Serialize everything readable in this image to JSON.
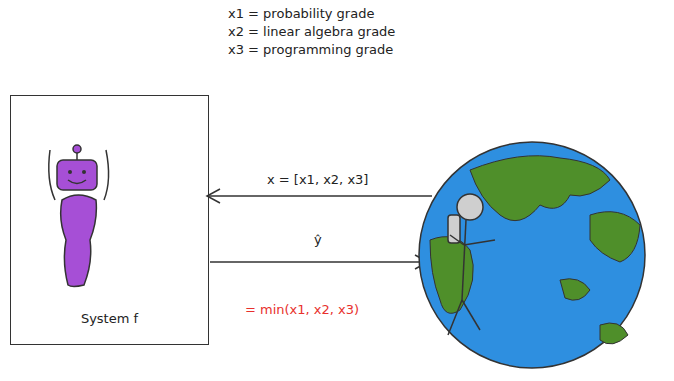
{
  "diagram": {
    "nodes": [
      {
        "text": [
          "System f"
        ]
      }
    ],
    "labels": [
      "x1 = probability grade",
      "x2 = linear algebra grade",
      "x3 = programming grade",
      "x = [x1, x2, x3]",
      "ŷ",
      "= min(x1, x2, x3)"
    ]
  }
}
